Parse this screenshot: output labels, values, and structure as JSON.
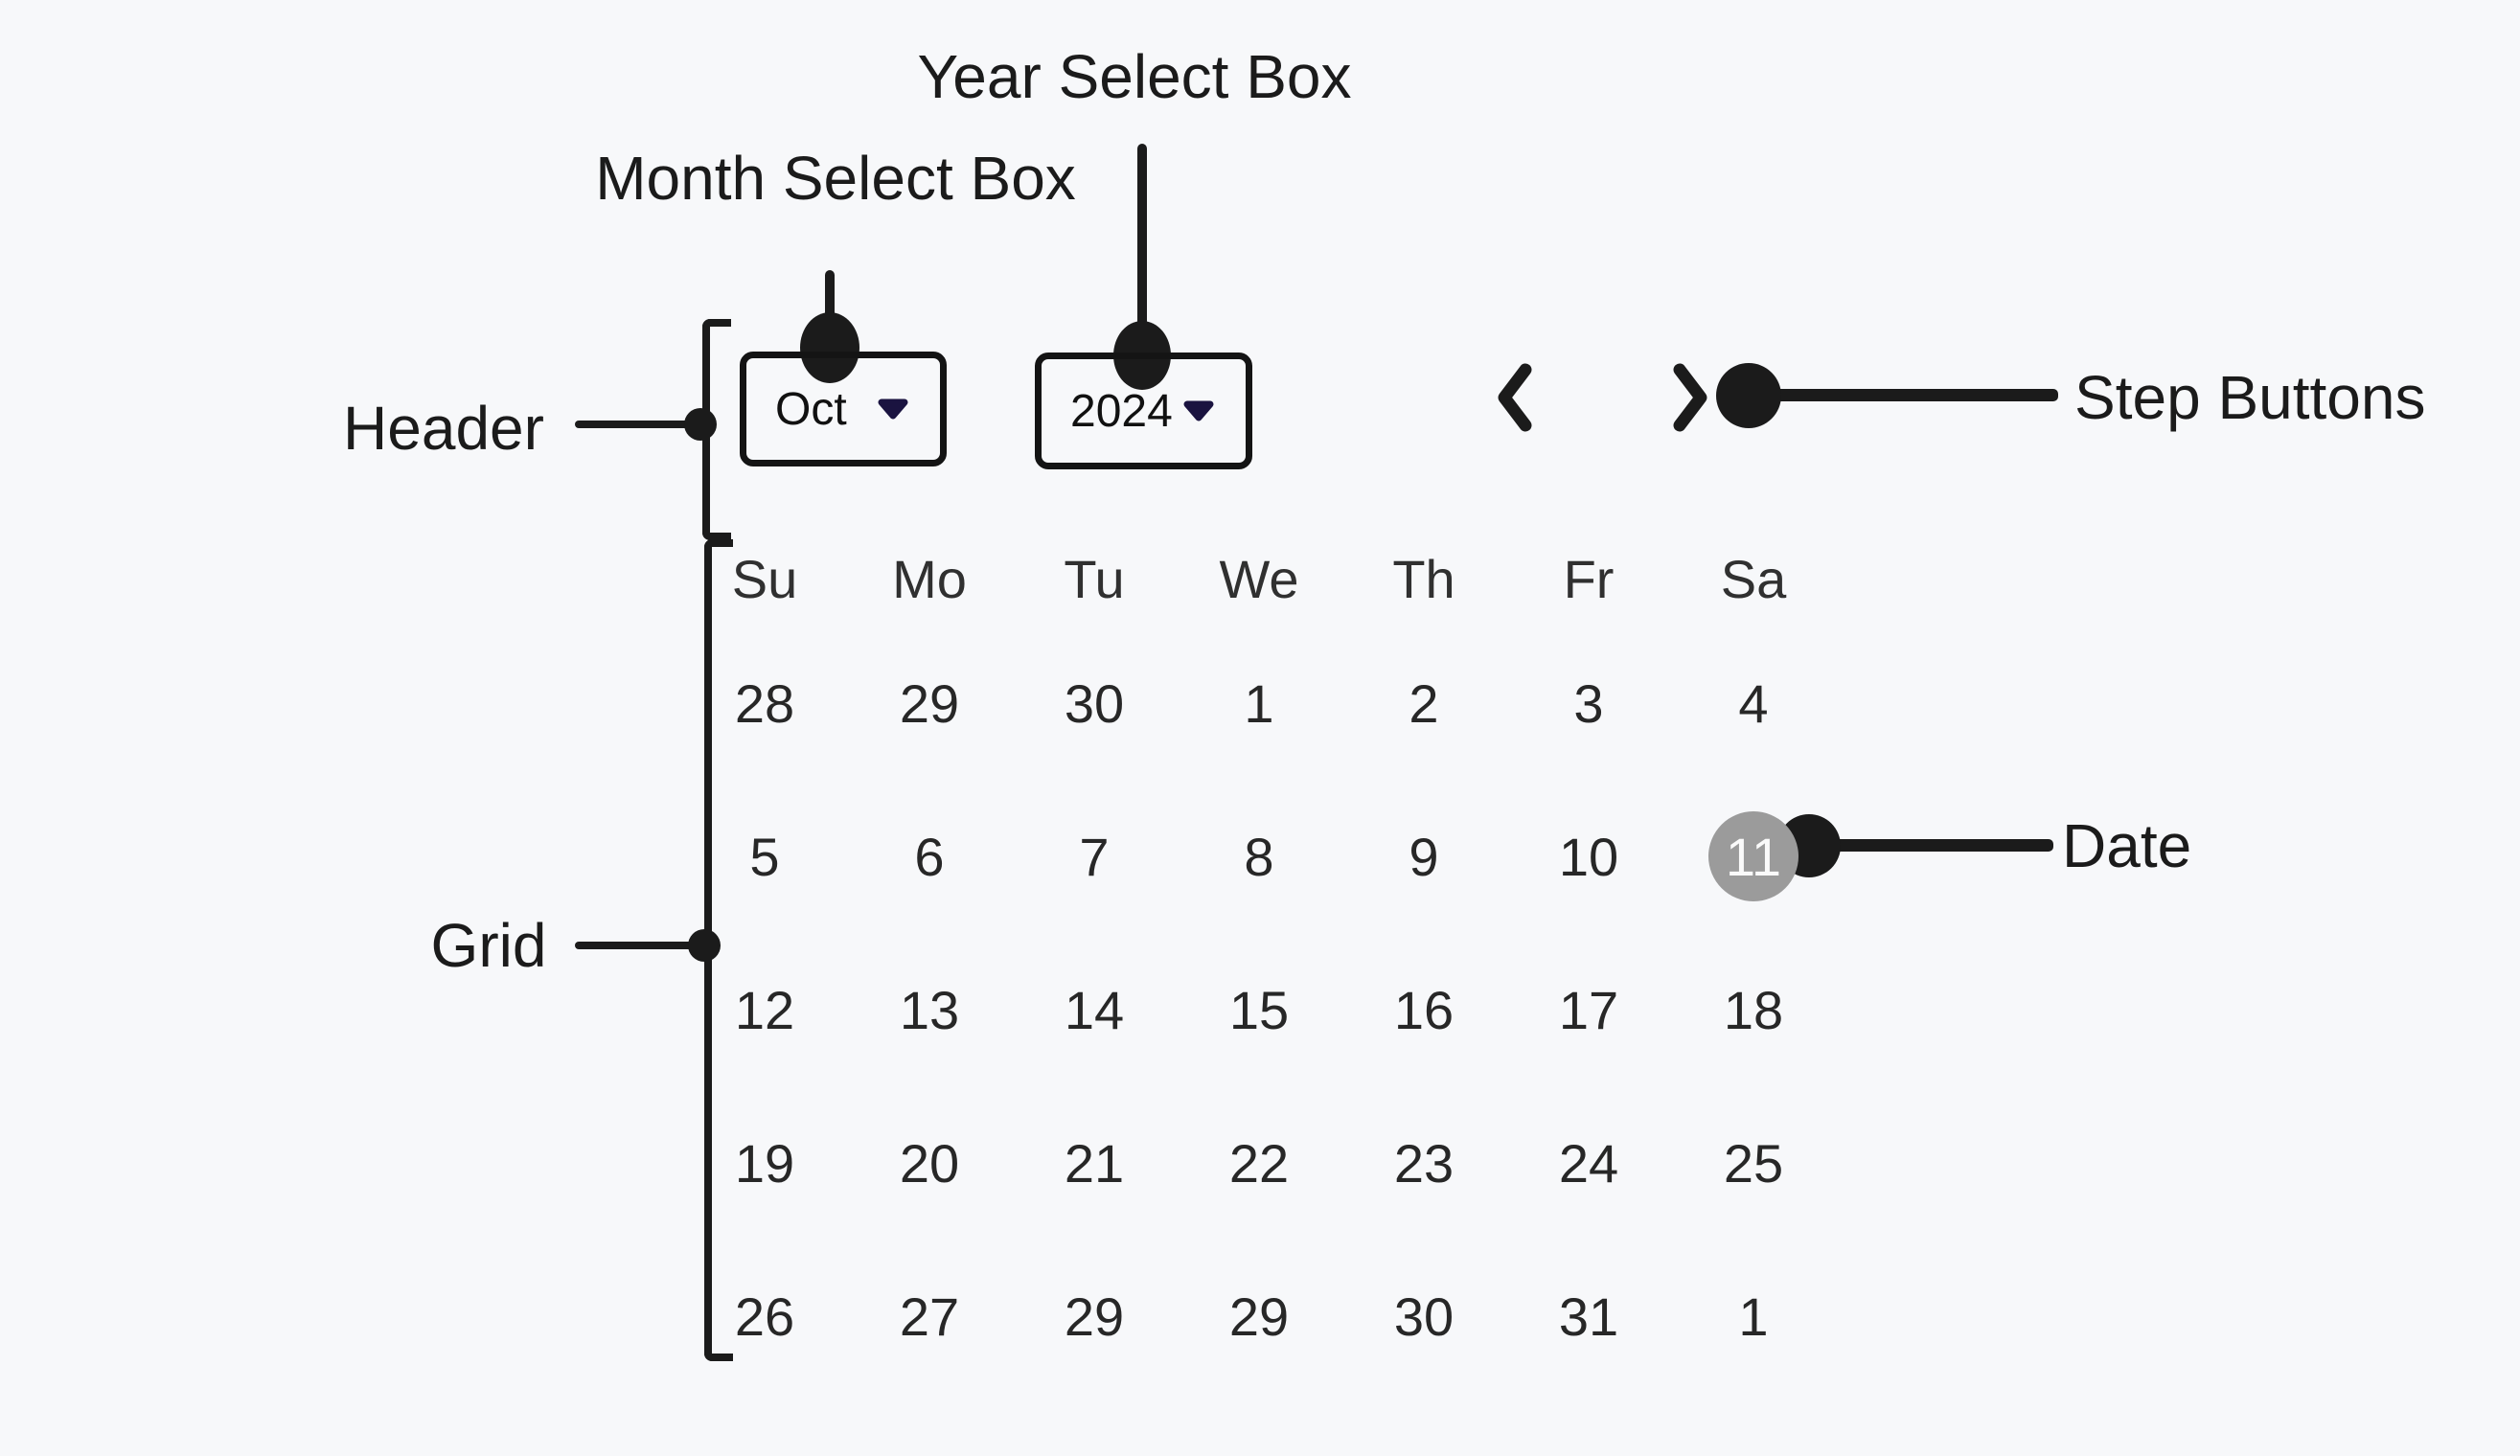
{
  "colors": {
    "background": "#f7f8fa",
    "ink": "#1b1b1b",
    "box_border": "#141414",
    "caret": "#1a1340",
    "selected_bg": "#9b9b9b",
    "selected_text": "#fafafa"
  },
  "annotations": {
    "year_select": "Year Select Box",
    "month_select": "Month Select Box",
    "header": "Header",
    "step_buttons": "Step Buttons",
    "grid": "Grid",
    "date": "Date"
  },
  "calendar": {
    "month": "Oct",
    "year": "2024",
    "weekdays": [
      "Su",
      "Mo",
      "Tu",
      "We",
      "Th",
      "Fr",
      "Sa"
    ],
    "rows": [
      [
        "28",
        "29",
        "30",
        "1",
        "2",
        "3",
        "4"
      ],
      [
        "5",
        "6",
        "7",
        "8",
        "9",
        "10",
        "11"
      ],
      [
        "12",
        "13",
        "14",
        "15",
        "16",
        "17",
        "18"
      ],
      [
        "19",
        "20",
        "21",
        "22",
        "23",
        "24",
        "25"
      ],
      [
        "26",
        "27",
        "29",
        "29",
        "30",
        "31",
        "1"
      ]
    ],
    "selected": {
      "row": 1,
      "col": 6,
      "value": "11"
    }
  }
}
